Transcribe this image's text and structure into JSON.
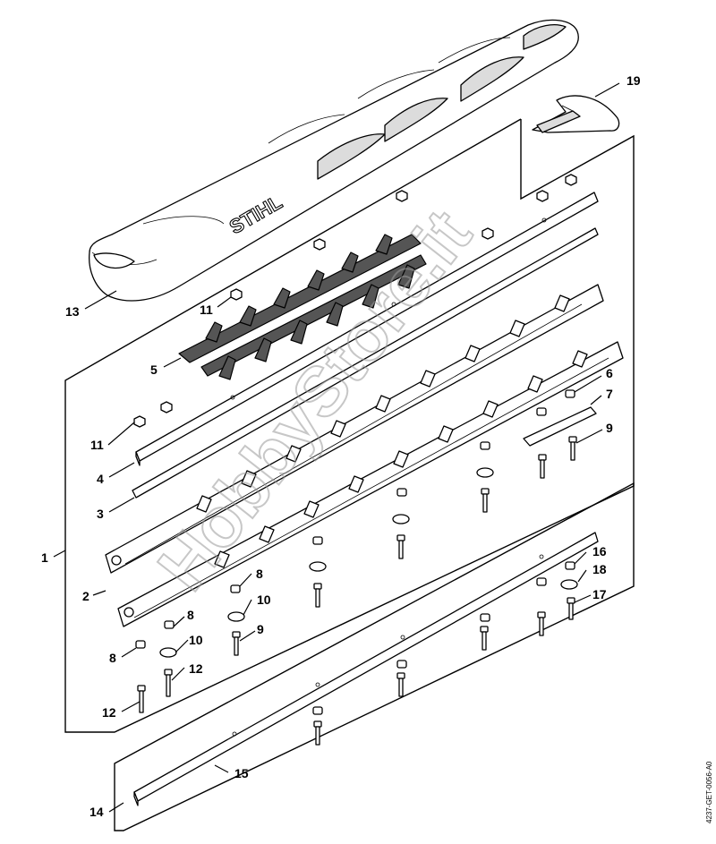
{
  "diagram": {
    "logo_text": "STIHL",
    "watermark_text": "HobbyStore.it",
    "drawing_id": "4237-GET-0056-A0",
    "callouts": {
      "c1": "1",
      "c2": "2",
      "c3": "3",
      "c4": "4",
      "c5": "5",
      "c6": "6",
      "c7": "7",
      "c8a": "8",
      "c8b": "8",
      "c8c": "8",
      "c9a": "9",
      "c9b": "9",
      "c10a": "10",
      "c10b": "10",
      "c11a": "11",
      "c11b": "11",
      "c12a": "12",
      "c12b": "12",
      "c13": "13",
      "c14": "14",
      "c15": "15",
      "c16": "16",
      "c17": "17",
      "c18": "18",
      "c19": "19"
    }
  }
}
